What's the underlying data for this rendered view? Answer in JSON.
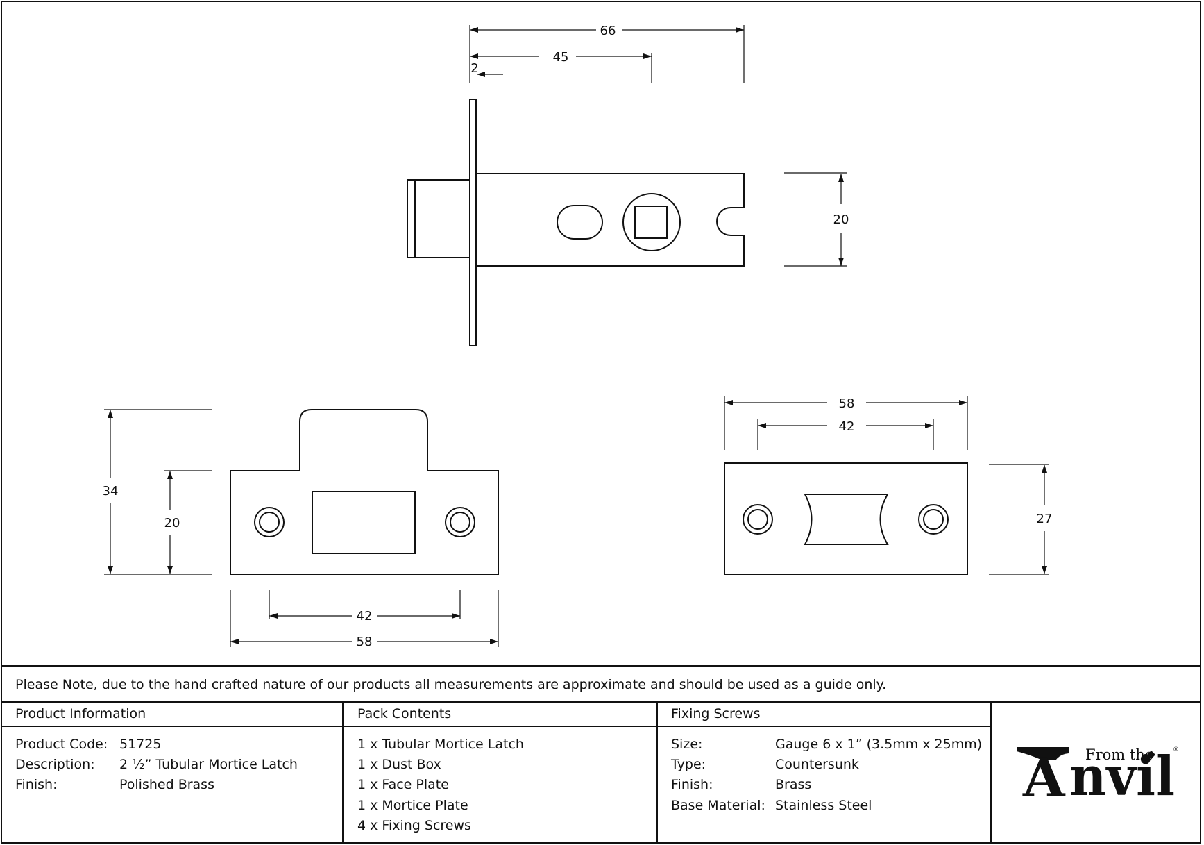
{
  "dimensions": {
    "top_view": {
      "overall": "66",
      "body": "45",
      "faceplate": "2",
      "height": "20"
    },
    "face_plate_view": {
      "height_total": "34",
      "height_plate": "20",
      "screw_centers": "42",
      "width": "58"
    },
    "mortice_plate_view": {
      "width": "58",
      "screw_centers": "42",
      "height": "27"
    }
  },
  "note": "Please Note, due to the hand crafted nature of our products all measurements are approximate and should be used as a guide only.",
  "product_info": {
    "header": "Product Information",
    "rows": [
      {
        "label": "Product Code:",
        "value": "51725"
      },
      {
        "label": "Description:",
        "value": "2 ½” Tubular Mortice Latch"
      },
      {
        "label": "Finish:",
        "value": "Polished Brass"
      }
    ]
  },
  "pack_contents": {
    "header": "Pack Contents",
    "items": [
      "1 x Tubular Mortice Latch",
      "1 x Dust Box",
      "1 x Face Plate",
      "1 x Mortice Plate",
      "4 x Fixing Screws"
    ]
  },
  "fixing_screws": {
    "header": "Fixing Screws",
    "rows": [
      {
        "label": "Size:",
        "value": "Gauge 6 x 1” (3.5mm x 25mm)"
      },
      {
        "label": "Type:",
        "value": "Countersunk"
      },
      {
        "label": "Finish:",
        "value": "Brass"
      },
      {
        "label": "Base Material:",
        "value": "Stainless Steel"
      }
    ]
  },
  "logo": {
    "prefix": "From the",
    "word_initial": "A",
    "word_rest": "nvil",
    "registered": "®"
  }
}
